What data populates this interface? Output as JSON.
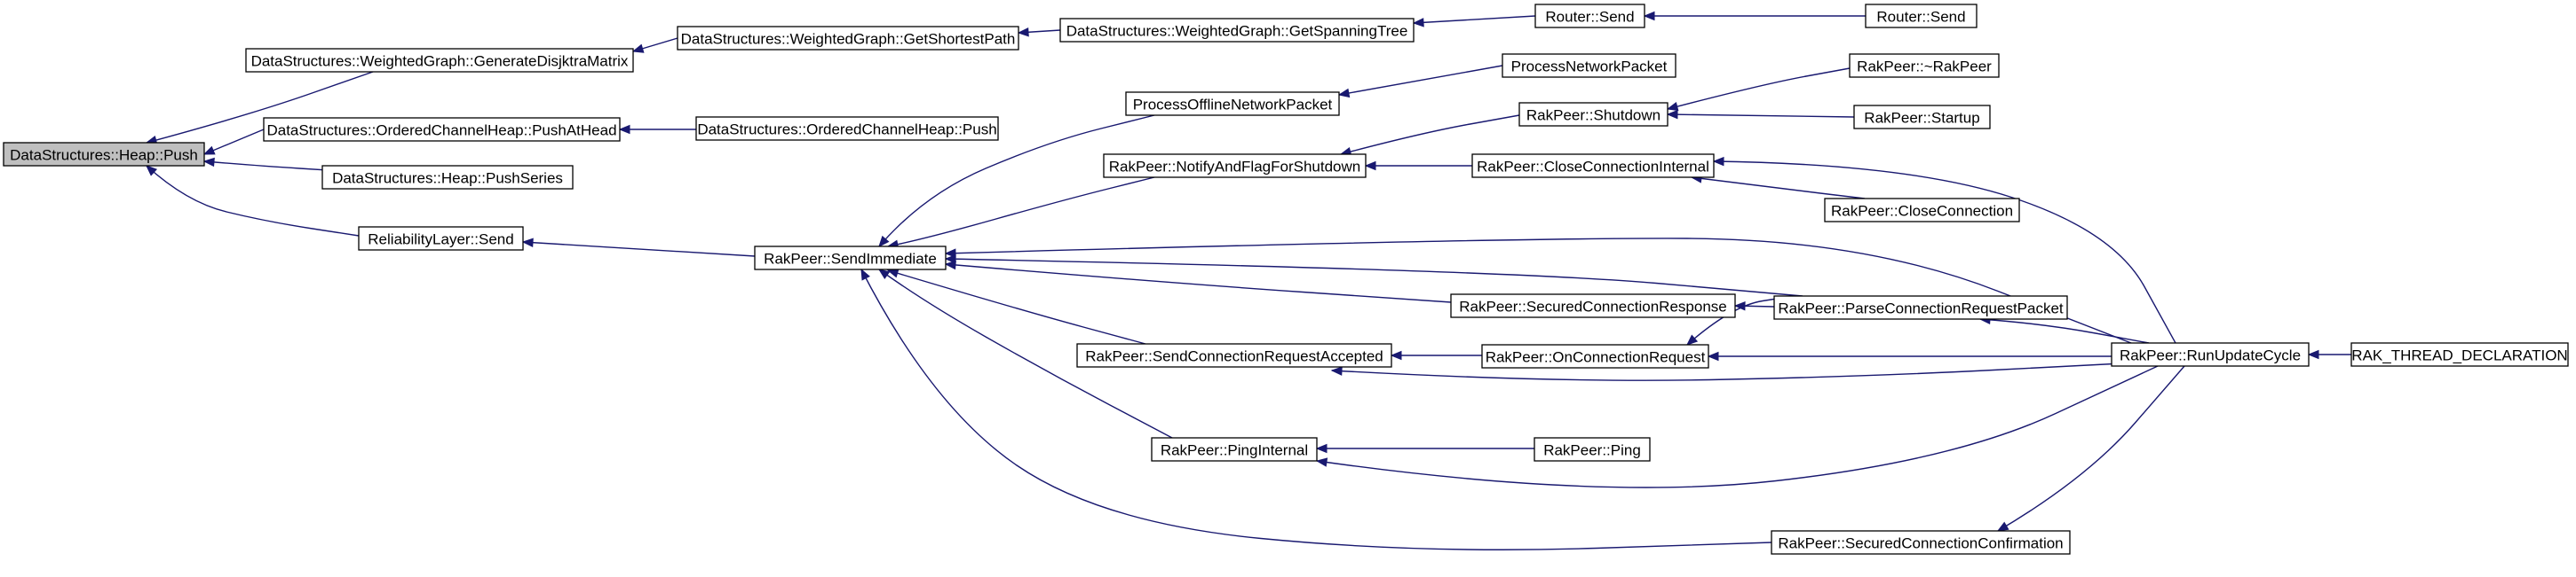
{
  "diagram": {
    "type": "call-graph",
    "colors": {
      "edge": "#191970",
      "root_fill": "#bfbfbf",
      "node_fill": "#ffffff",
      "node_border": "#000000"
    },
    "nodes": [
      {
        "id": "heap_push",
        "label": "DataStructures::Heap::Push",
        "root": true
      },
      {
        "id": "gen_dijkstra",
        "label": "DataStructures::WeightedGraph::GenerateDisjktraMatrix"
      },
      {
        "id": "pushathead",
        "label": "DataStructures::OrderedChannelHeap::PushAtHead"
      },
      {
        "id": "pushseries",
        "label": "DataStructures::Heap::PushSeries"
      },
      {
        "id": "rl_send",
        "label": "ReliabilityLayer::Send"
      },
      {
        "id": "shortest_path",
        "label": "DataStructures::WeightedGraph::GetShortestPath"
      },
      {
        "id": "och_push",
        "label": "DataStructures::OrderedChannelHeap::Push"
      },
      {
        "id": "send_immediate",
        "label": "RakPeer::SendImmediate"
      },
      {
        "id": "spanning_tree",
        "label": "DataStructures::WeightedGraph::GetSpanningTree"
      },
      {
        "id": "router_send1",
        "label": "Router::Send"
      },
      {
        "id": "router_send2",
        "label": "Router::Send"
      },
      {
        "id": "offline_packet",
        "label": "ProcessOfflineNetworkPacket"
      },
      {
        "id": "notify_shutdown",
        "label": "RakPeer::NotifyAndFlagForShutdown"
      },
      {
        "id": "send_conn_accepted",
        "label": "RakPeer::SendConnectionRequestAccepted"
      },
      {
        "id": "ping_internal",
        "label": "RakPeer::PingInternal"
      },
      {
        "id": "process_network_packet",
        "label": "ProcessNetworkPacket"
      },
      {
        "id": "shutdown",
        "label": "RakPeer::Shutdown"
      },
      {
        "id": "close_conn_internal",
        "label": "RakPeer::CloseConnectionInternal"
      },
      {
        "id": "secured_resp",
        "label": "RakPeer::SecuredConnectionResponse"
      },
      {
        "id": "on_conn_request",
        "label": "RakPeer::OnConnectionRequest"
      },
      {
        "id": "ping",
        "label": "RakPeer::Ping"
      },
      {
        "id": "secured_confirm",
        "label": "RakPeer::SecuredConnectionConfirmation"
      },
      {
        "id": "destructor",
        "label": "RakPeer::~RakPeer"
      },
      {
        "id": "startup",
        "label": "RakPeer::Startup"
      },
      {
        "id": "close_conn",
        "label": "RakPeer::CloseConnection"
      },
      {
        "id": "parse_conn_req",
        "label": "RakPeer::ParseConnectionRequestPacket"
      },
      {
        "id": "run_update",
        "label": "RakPeer::RunUpdateCycle"
      },
      {
        "id": "thread_decl",
        "label": "RAK_THREAD_DECLARATION"
      }
    ],
    "edges": [
      {
        "from": "gen_dijkstra",
        "to": "heap_push"
      },
      {
        "from": "pushathead",
        "to": "heap_push"
      },
      {
        "from": "pushseries",
        "to": "heap_push"
      },
      {
        "from": "rl_send",
        "to": "heap_push"
      },
      {
        "from": "shortest_path",
        "to": "gen_dijkstra"
      },
      {
        "from": "och_push",
        "to": "pushathead"
      },
      {
        "from": "send_immediate",
        "to": "rl_send"
      },
      {
        "from": "spanning_tree",
        "to": "shortest_path"
      },
      {
        "from": "router_send1",
        "to": "spanning_tree"
      },
      {
        "from": "router_send2",
        "to": "router_send1"
      },
      {
        "from": "offline_packet",
        "to": "send_immediate"
      },
      {
        "from": "notify_shutdown",
        "to": "send_immediate"
      },
      {
        "from": "send_conn_accepted",
        "to": "send_immediate"
      },
      {
        "from": "ping_internal",
        "to": "send_immediate"
      },
      {
        "from": "process_network_packet",
        "to": "offline_packet"
      },
      {
        "from": "shutdown",
        "to": "notify_shutdown"
      },
      {
        "from": "close_conn_internal",
        "to": "notify_shutdown"
      },
      {
        "from": "secured_resp",
        "to": "send_immediate"
      },
      {
        "from": "on_conn_request",
        "to": "send_conn_accepted"
      },
      {
        "from": "ping",
        "to": "ping_internal"
      },
      {
        "from": "secured_confirm",
        "to": "send_immediate"
      },
      {
        "from": "destructor",
        "to": "shutdown"
      },
      {
        "from": "startup",
        "to": "shutdown"
      },
      {
        "from": "close_conn",
        "to": "close_conn_internal"
      },
      {
        "from": "parse_conn_req",
        "to": "secured_resp"
      },
      {
        "from": "parse_conn_req",
        "to": "on_conn_request"
      },
      {
        "from": "parse_conn_req",
        "to": "send_immediate"
      },
      {
        "from": "run_update",
        "to": "close_conn_internal"
      },
      {
        "from": "run_update",
        "to": "parse_conn_req"
      },
      {
        "from": "run_update",
        "to": "on_conn_request"
      },
      {
        "from": "run_update",
        "to": "send_conn_accepted"
      },
      {
        "from": "run_update",
        "to": "ping_internal"
      },
      {
        "from": "run_update",
        "to": "secured_confirm"
      },
      {
        "from": "run_update",
        "to": "send_immediate"
      },
      {
        "from": "thread_decl",
        "to": "run_update"
      }
    ]
  }
}
